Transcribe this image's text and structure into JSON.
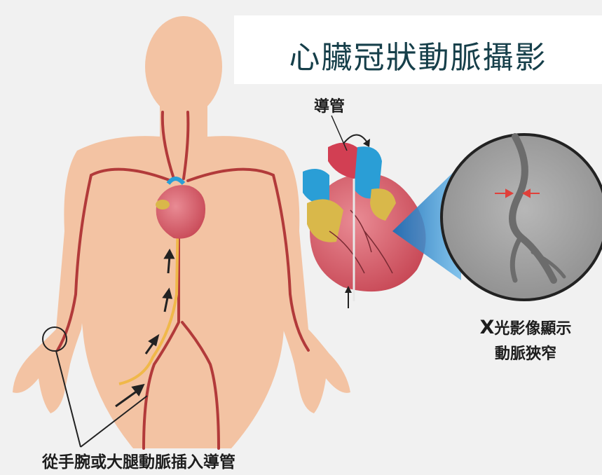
{
  "title": "心臟冠狀動脈攝影",
  "labels": {
    "catheter": "導管",
    "xray_prefix": "X",
    "xray_line1_rest": "光影像顯示",
    "xray_line2": "動脈狹窄",
    "entry": "從手腕或大腿動脈插入導管"
  },
  "colors": {
    "skin": "#f3c3a3",
    "artery": "#b23a3a",
    "catheter": "#f0b84a",
    "heart": "#d9606c",
    "vein_blue": "#2a9ed6",
    "fat_yellow": "#d9b84a",
    "xray_grey": "#9a9a9a",
    "stenosis_arrow": "#e0403a"
  },
  "icons": [
    "arrow-icon",
    "stenosis-arrow-icon",
    "wrist-circle-icon"
  ]
}
